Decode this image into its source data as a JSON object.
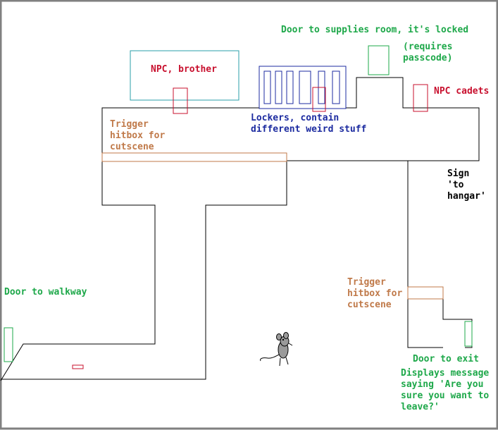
{
  "colors": {
    "background": "#ffffff",
    "frame": "#808080",
    "wall": "#000000",
    "npc": "#c8102e",
    "door": "#1ea84a",
    "locker": "#1c2ba0",
    "trigger": "#c07a4a",
    "npc_box": "#2a9fa8",
    "sign": "#000000"
  },
  "labels": {
    "supplies_door": "Door to supplies room, it's locked",
    "supplies_passcode": "(requires\npasscode)",
    "npc_brother": "NPC, brother",
    "npc_cadets": "NPC cadets",
    "lockers": "Lockers, contain\ndifferent weird stuff",
    "trigger_upper": "Trigger\nhitbox for\ncutscene",
    "sign_hangar": "Sign\n'to\nhangar'",
    "door_walkway": "Door to walkway",
    "trigger_lower": "Trigger\nhitbox for\ncutscene",
    "door_exit": "Door to exit",
    "exit_message": "Displays message\nsaying 'Are you\nsure you want to\nleave?'"
  },
  "icons": {
    "player": "mouse-icon"
  }
}
